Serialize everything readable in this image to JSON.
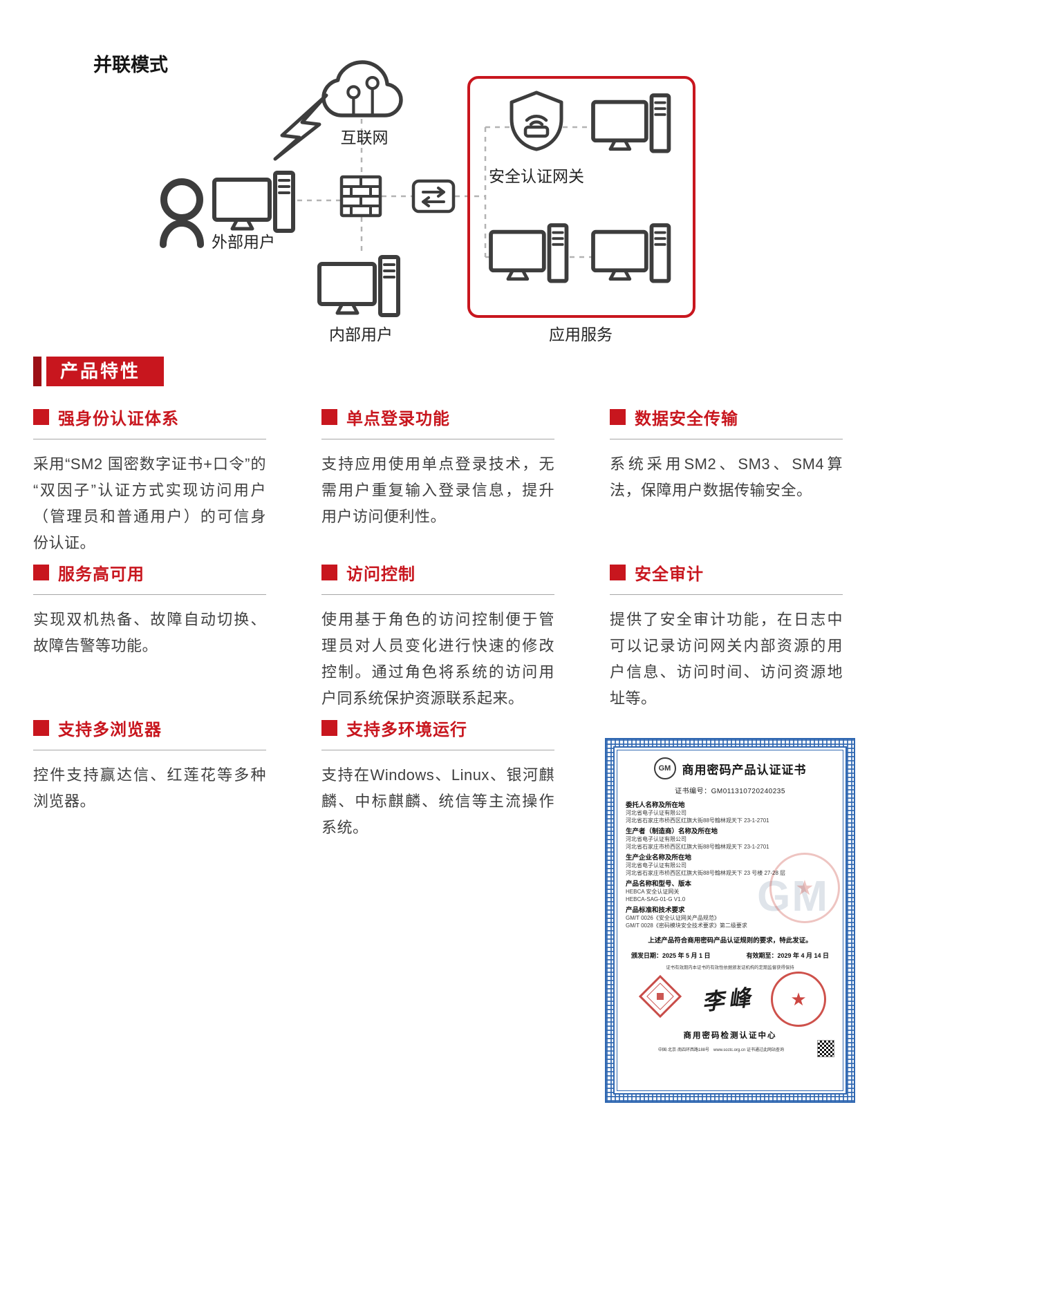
{
  "colors": {
    "accent-red": "#c8161e",
    "dark-stroke": "#3d3d3d",
    "cert-blue": "#2f67b1",
    "seal-red": "#c0392c"
  },
  "diagram": {
    "title": "并联模式",
    "labels": {
      "internet": "互联网",
      "external_user": "外部用户",
      "internal_user": "内部用户",
      "gateway": "安全认证网关",
      "app_service": "应用服务"
    }
  },
  "section": {
    "title": "产品特性"
  },
  "features": [
    {
      "title": "强身份认证体系",
      "body": "采用“SM2 国密数字证书+口令”的“双因子”认证方式实现访问用户（管理员和普通用户）的可信身份认证。"
    },
    {
      "title": "单点登录功能",
      "body": "支持应用使用单点登录技术，无需用户重复输入登录信息，提升用户访问便利性。"
    },
    {
      "title": "数据安全传输",
      "body": "系统采用SM2、SM3、SM4算法，保障用户数据传输安全。"
    },
    {
      "title": "服务高可用",
      "body": "实现双机热备、故障自动切换、故障告警等功能。"
    },
    {
      "title": "访问控制",
      "body": "使用基于角色的访问控制便于管理员对人员变化进行快速的修改控制。通过角色将系统的访问用户同系统保护资源联系起来。"
    },
    {
      "title": "安全审计",
      "body": "提供了安全审计功能，在日志中可以记录访问网关内部资源的用户信息、访问时间、访问资源地址等。"
    },
    {
      "title": "支持多浏览器",
      "body": "控件支持赢达信、红莲花等多种浏览器。"
    },
    {
      "title": "支持多环境运行",
      "body": "支持在Windows、Linux、银河麒麟、中标麒麟、统信等主流操作系统。"
    }
  ],
  "certificate": {
    "logo_text": "GM",
    "watermark": "GM",
    "seal_star": "★",
    "title": "商用密码产品认证证书",
    "cert_no": "证书编号：GM011310720240235",
    "fields": [
      {
        "label": "委托人名称及所在地",
        "lines": [
          "河北省电子认证有限公司",
          "河北省石家庄市桥西区红旗大街88号翰林观天下 23-1-2701"
        ]
      },
      {
        "label": "生产者（制造商）名称及所在地",
        "lines": [
          "河北省电子认证有限公司",
          "河北省石家庄市桥西区红旗大街88号翰林观天下 23-1-2701"
        ]
      },
      {
        "label": "生产企业名称及所在地",
        "lines": [
          "河北省电子认证有限公司",
          "河北省石家庄市桥西区红旗大街88号翰林观天下 23 号楼 27-28 层"
        ]
      },
      {
        "label": "产品名称和型号、版本",
        "lines": [
          "HEBCA 安全认证网关",
          "HEBCA-SAG-01-G  V1.0"
        ]
      },
      {
        "label": "产品标准和技术要求",
        "lines": [
          "GM/T 0026《安全认证网关产品规范》",
          "GM/T 0028《密码模块安全技术要求》第二级要求"
        ]
      }
    ],
    "statement": "上述产品符合商用密码产品认证规则的要求，特此发证。",
    "issue_date": "颁发日期：2025 年 5 月 1 日",
    "valid_until": "有效期至：2029 年 4 月 14 日",
    "note": "证书有效期内本证书的有效性依据颁发证机构的定期监督获得保持",
    "signature": "李峰",
    "org": "商用密码检测认证中心",
    "footer": "中国·北京·南四环西路188号　www.scctc.org.cn 证书通过此网站查询"
  }
}
